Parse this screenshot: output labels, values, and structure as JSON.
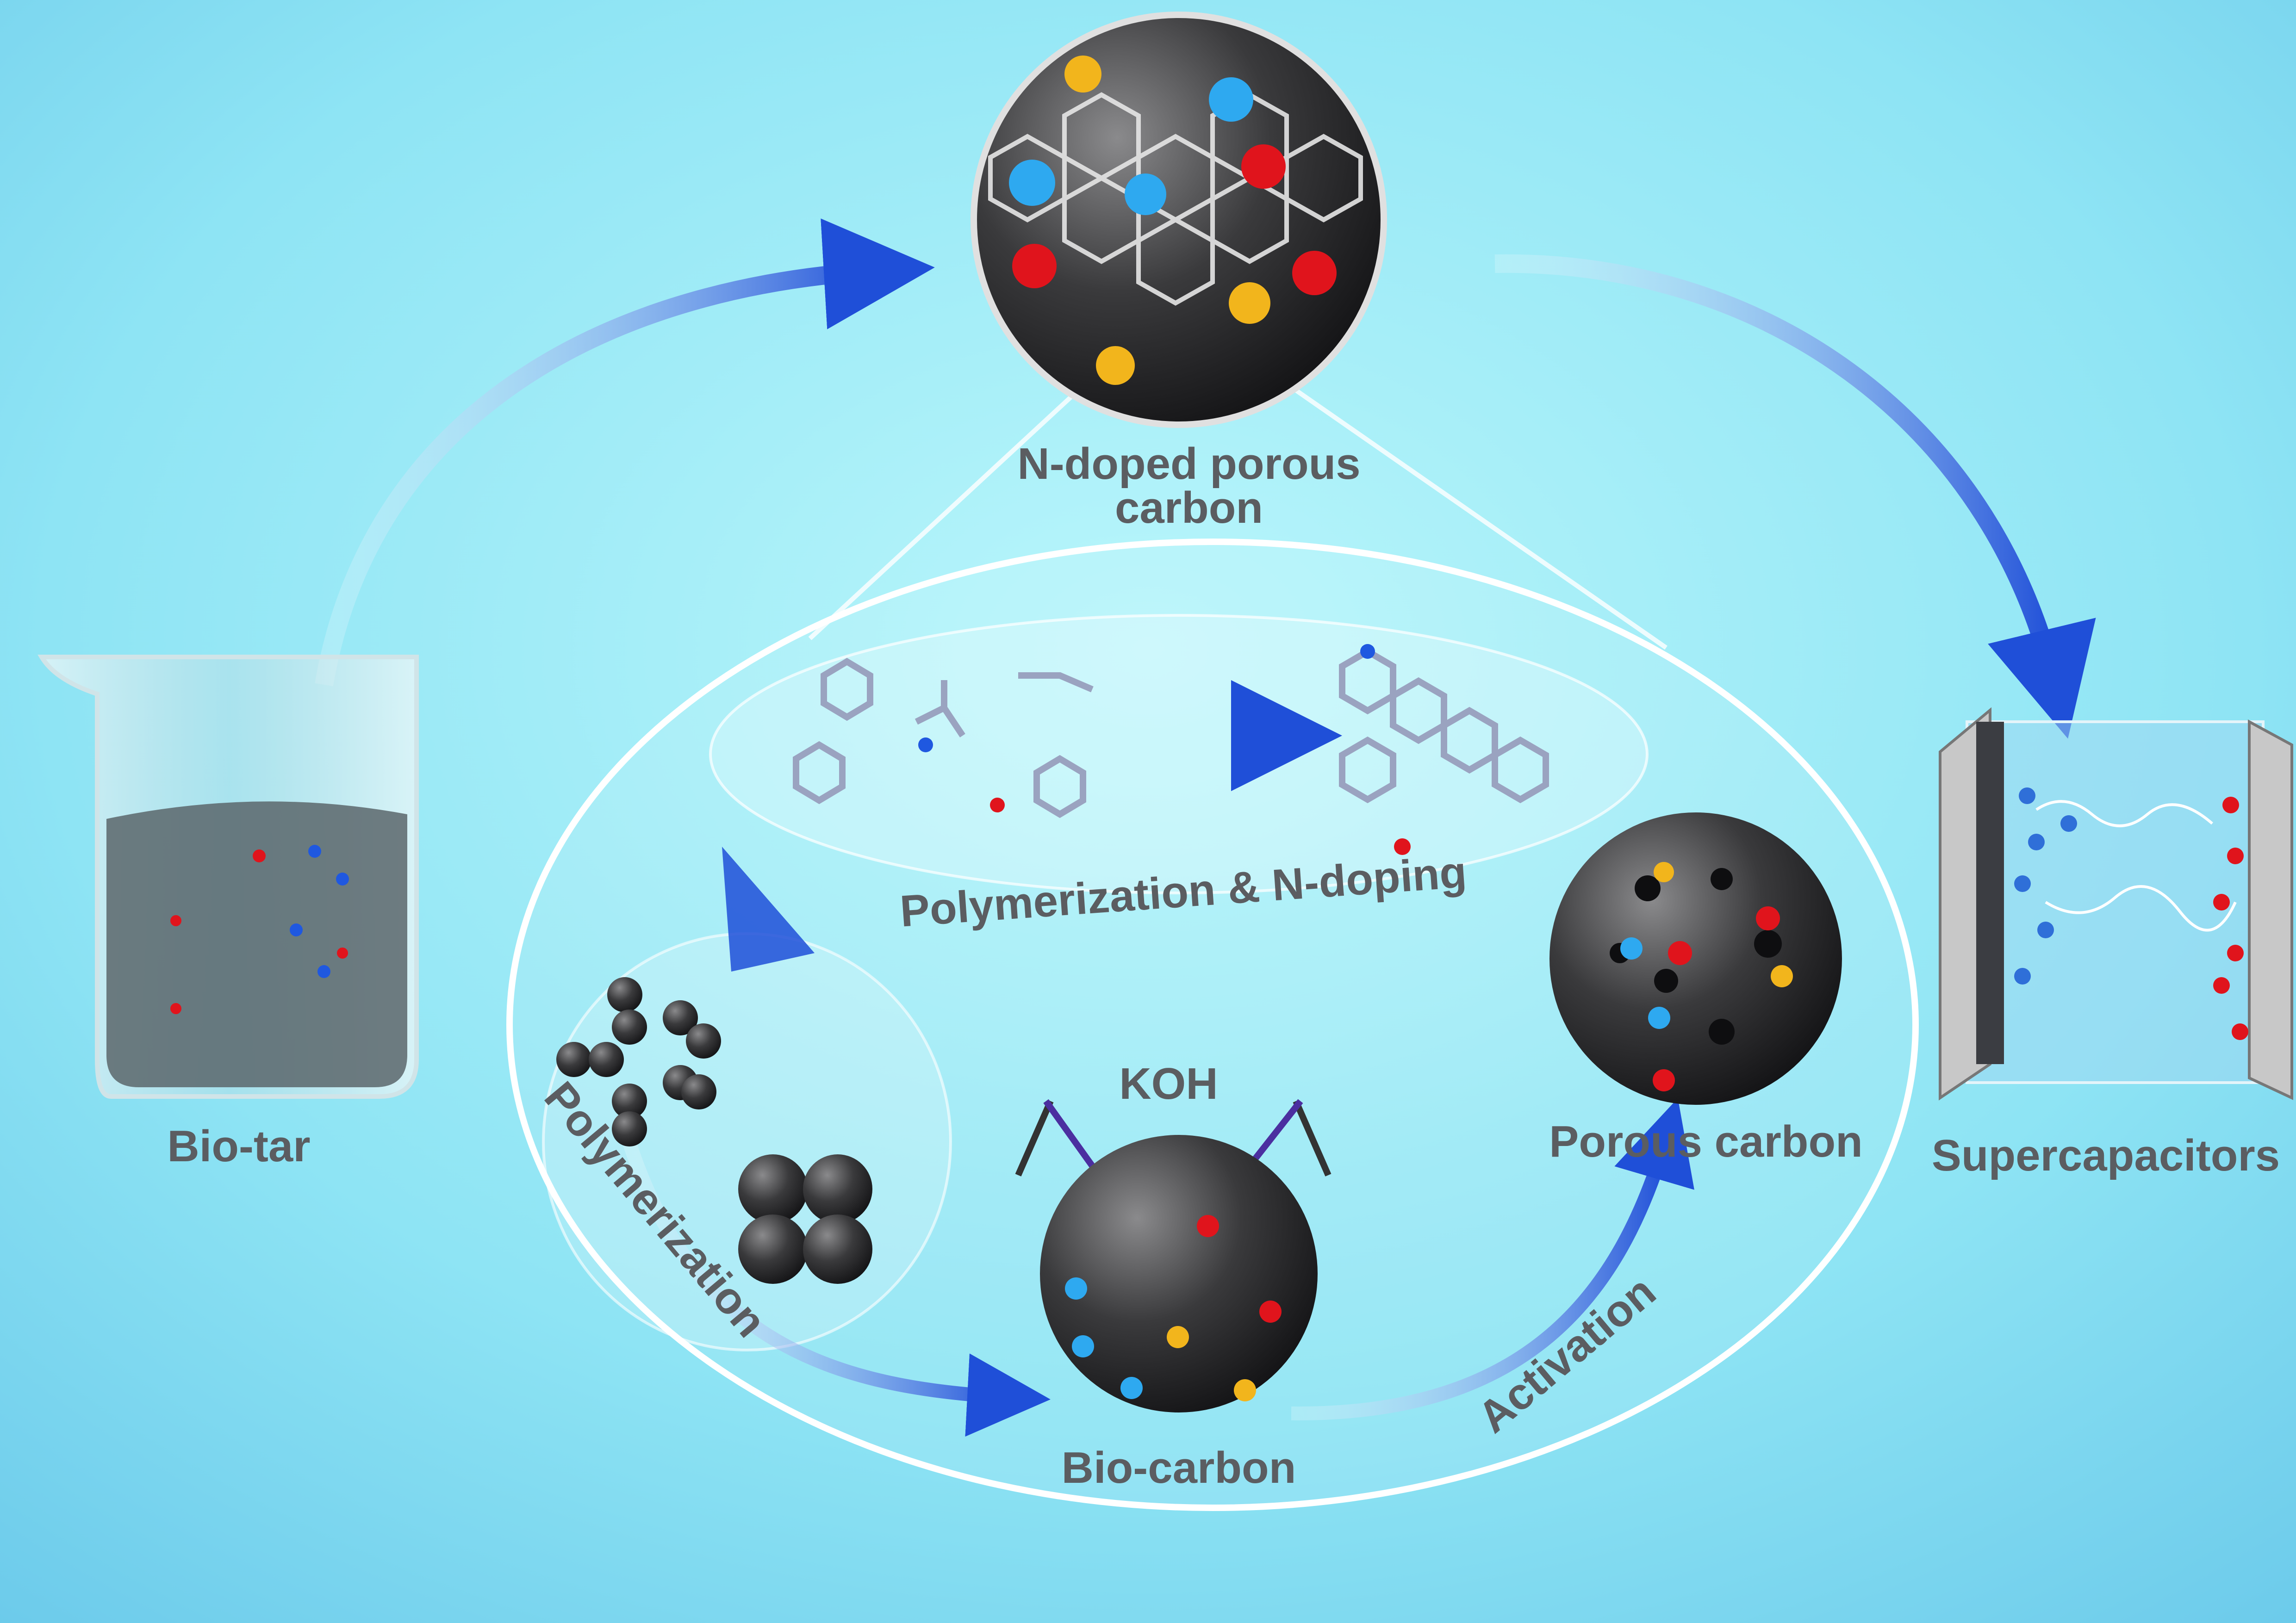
{
  "labels": {
    "product_line1": "N-doped porous",
    "product_line2": "carbon",
    "bio_tar": "Bio-tar",
    "poly_ndoping": "Polymerization & N-doping",
    "polymerization": "Polymerization",
    "koh": "KOH",
    "bio_carbon": "Bio-carbon",
    "activation": "Activation",
    "porous_carbon": "Porous carbon",
    "supercapacitors": "Supercapacitors"
  },
  "colors": {
    "arrow": "#1f4fd8",
    "nitrogen": "#2ea9f0",
    "oxygen": "#e0141c",
    "sulfur": "#f2b51c",
    "carbon_sphere": "#3a3a3c",
    "label": "#5b5d61"
  }
}
